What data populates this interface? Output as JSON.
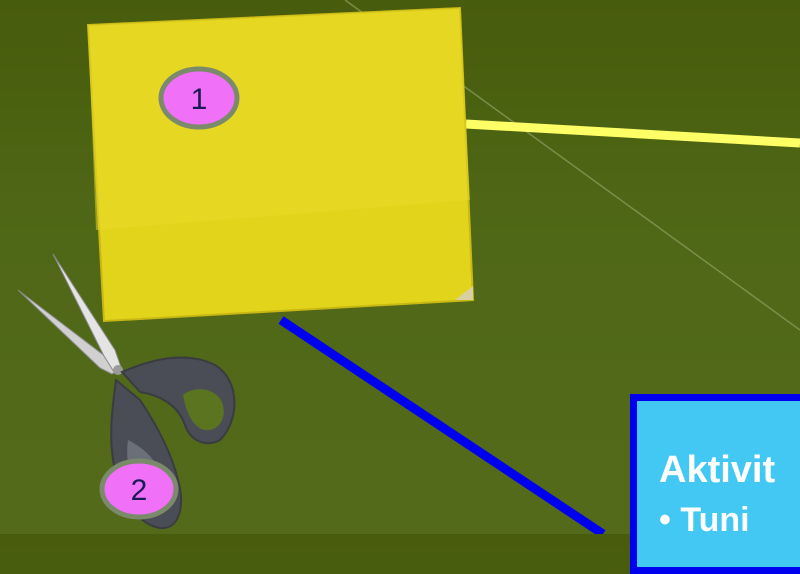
{
  "slide": {
    "badges": [
      {
        "label": "1"
      },
      {
        "label": "2"
      }
    ],
    "card": {
      "title": "Aktivit",
      "bullet": "•  Tuni"
    },
    "colors": {
      "background": "#4f6817",
      "paper": "#e4d51c",
      "badge_fill": "#f070f8",
      "badge_border": "#7a8a6a",
      "line_yellow": "#ffff66",
      "line_blue": "#0000ee",
      "card_fill": "#42c8f2"
    },
    "icons": [
      "yellow-paper-square",
      "scissors-icon"
    ]
  }
}
